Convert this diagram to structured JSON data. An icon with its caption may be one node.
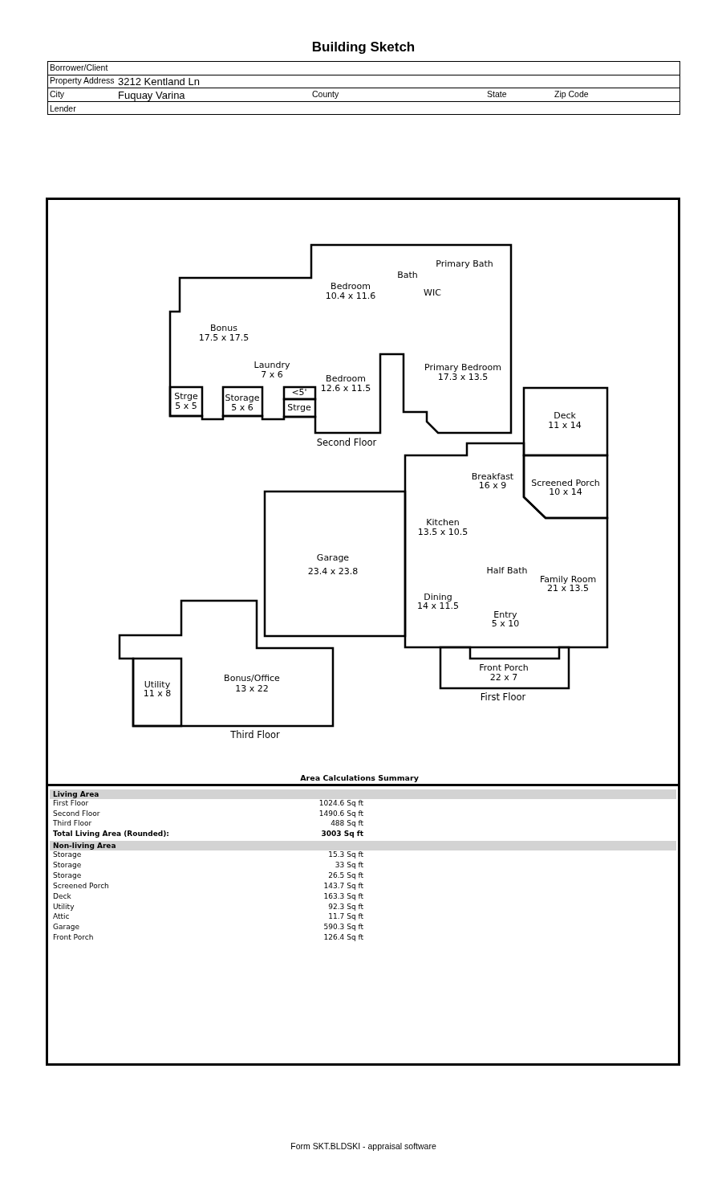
{
  "diagram": {
    "title": "Building Sketch",
    "nodes": [
      {
        "text": [
          "Primary Bath",
          "Bath",
          "Bedroom",
          "10.4 x 11.6",
          "WIC",
          "Bonus",
          "17.5 x 17.5",
          "Laundry",
          "7 x 6",
          "Bedroom",
          "12.6 x 11.5",
          "Primary Bedroom",
          "17.3 x 13.5"
        ],
        "beside": [
          "Second Floor"
        ]
      },
      {
        "text": [
          "Strge",
          "5 x 5"
        ],
        "in": 0
      },
      {
        "text": [
          "Storage",
          "5 x 6"
        ],
        "in": 0
      },
      {
        "text": [
          "<5'"
        ],
        "in": 0
      },
      {
        "text": [
          "Strge"
        ],
        "in": 0
      },
      {
        "text": [
          "Deck",
          "11 x 14"
        ]
      },
      {
        "text": [
          "Screened Porch",
          "10 x 14"
        ]
      },
      {
        "text": [
          "Breakfast",
          "16 x 9",
          "Kitchen",
          "13.5 x 10.5",
          "Half Bath",
          "Family Room",
          "21 x 13.5",
          "Dining",
          "14 x 11.5",
          "Entry",
          "5 x 10"
        ]
      },
      {
        "text": [
          "Garage",
          "23.4 x 23.8"
        ]
      },
      {
        "text": [
          "Front Porch",
          "22 x 7"
        ],
        "beside": [
          "First Floor"
        ]
      },
      {
        "text": [
          "Bonus/Office",
          "13 x 22"
        ],
        "beside": [
          "Third Floor"
        ]
      },
      {
        "text": [
          "Utility",
          "11 x 8"
        ],
        "in": 10
      }
    ],
    "labels": [
      "Borrower/Client",
      "Property Address",
      "3212 Kentland Ln",
      "City",
      "Fuquay Varina",
      "County",
      "State",
      "Zip Code",
      "Lender",
      "Area Calculations Summary",
      "Living Area",
      "First Floor",
      "1024.6 Sq ft",
      "Second Floor",
      "1490.6 Sq ft",
      "Third Floor",
      "488 Sq ft",
      "Total Living Area (Rounded):",
      "3003 Sq ft",
      "Non-living Area",
      "Storage",
      "15.3 Sq ft",
      "Storage",
      "33 Sq ft",
      "Storage",
      "26.5 Sq ft",
      "Screened Porch",
      "143.7 Sq ft",
      "Deck",
      "163.3 Sq ft",
      "Utility",
      "92.3 Sq ft",
      "Attic",
      "11.7 Sq ft",
      "Garage",
      "590.3 Sq ft",
      "Front Porch",
      "126.4 Sq ft",
      "Form SKT.BLDSKI - appraisal software"
    ]
  }
}
